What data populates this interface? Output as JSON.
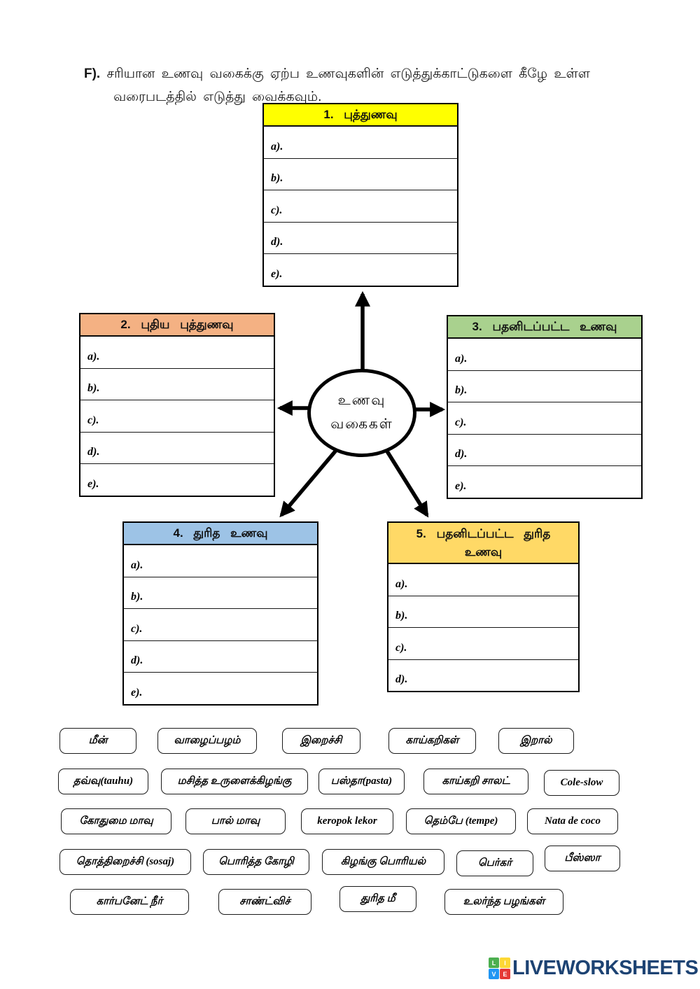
{
  "instruction": {
    "prefix": "F).",
    "text": "சரியான உணவு வகைக்கு ஏற்ப உணவுகளின் எடுத்துக்காட்டுகளை கீழே உள்ள வரைபடத்தில் எடுத்து வைக்கவும்."
  },
  "diagram": {
    "center": {
      "line1": "உணவு",
      "line2": "வகைகள்"
    },
    "boxes": [
      {
        "title": "1. புத்துணவு",
        "header_color": "#ffff00",
        "rows": [
          "a).",
          "b).",
          "c).",
          "d).",
          "e)."
        ]
      },
      {
        "title": "2. புதிய புத்துணவு",
        "header_color": "#f4b183",
        "rows": [
          "a).",
          "b).",
          "c).",
          "d).",
          "e)."
        ]
      },
      {
        "title": "3. பதனிடப்பட்ட உணவு",
        "header_color": "#a9d18e",
        "rows": [
          "a).",
          "b).",
          "c).",
          "d).",
          "e)."
        ]
      },
      {
        "title": "4. துரித உணவு",
        "header_color": "#9dc3e6",
        "rows": [
          "a).",
          "b).",
          "c).",
          "d).",
          "e)."
        ]
      },
      {
        "title": "5. பதனிடப்பட்ட துரித உணவு",
        "header_color": "#ffd966",
        "rows": [
          "a).",
          "b).",
          "c).",
          "d)."
        ]
      }
    ]
  },
  "tiles": [
    {
      "label": "மீன்"
    },
    {
      "label": "வாழைப்பழம்"
    },
    {
      "label": "இறைச்சி"
    },
    {
      "label": "காய்கறிகள்"
    },
    {
      "label": "இறால்"
    },
    {
      "label": "தவ்வு(tauhu)"
    },
    {
      "label": "மசித்த உருளைக்கிழங்கு"
    },
    {
      "label": "பஸ்தா(pasta)"
    },
    {
      "label": "காய்கறி சாலட்"
    },
    {
      "label": "Cole-slow"
    },
    {
      "label": "கோதுமை மாவு"
    },
    {
      "label": "பால் மாவு"
    },
    {
      "label": "keropok lekor"
    },
    {
      "label": "தெம்பே (tempe)"
    },
    {
      "label": "Nata de coco"
    },
    {
      "label": "தொத்திறைச்சி (sosaj)"
    },
    {
      "label": "பொரித்த கோழி"
    },
    {
      "label": "கிழங்கு பொரியல்"
    },
    {
      "label": "பெர்கர்"
    },
    {
      "label": "பீஸ்ஸா"
    },
    {
      "label": "கார்பனேட் நீர்"
    },
    {
      "label": "சாண்ட்விச்"
    },
    {
      "label": "துரித மீ"
    },
    {
      "label": "உலர்ந்த பழங்கள்"
    }
  ],
  "footer": {
    "logo_text": "LIVEWORKSHEETS",
    "logo_text_color": "#1d4373",
    "logo_squares": [
      {
        "letter": "L",
        "color": "#4caf50"
      },
      {
        "letter": "I",
        "color": "#fdd835"
      },
      {
        "letter": "V",
        "color": "#2196f3"
      },
      {
        "letter": "E",
        "color": "#e53935"
      }
    ]
  }
}
